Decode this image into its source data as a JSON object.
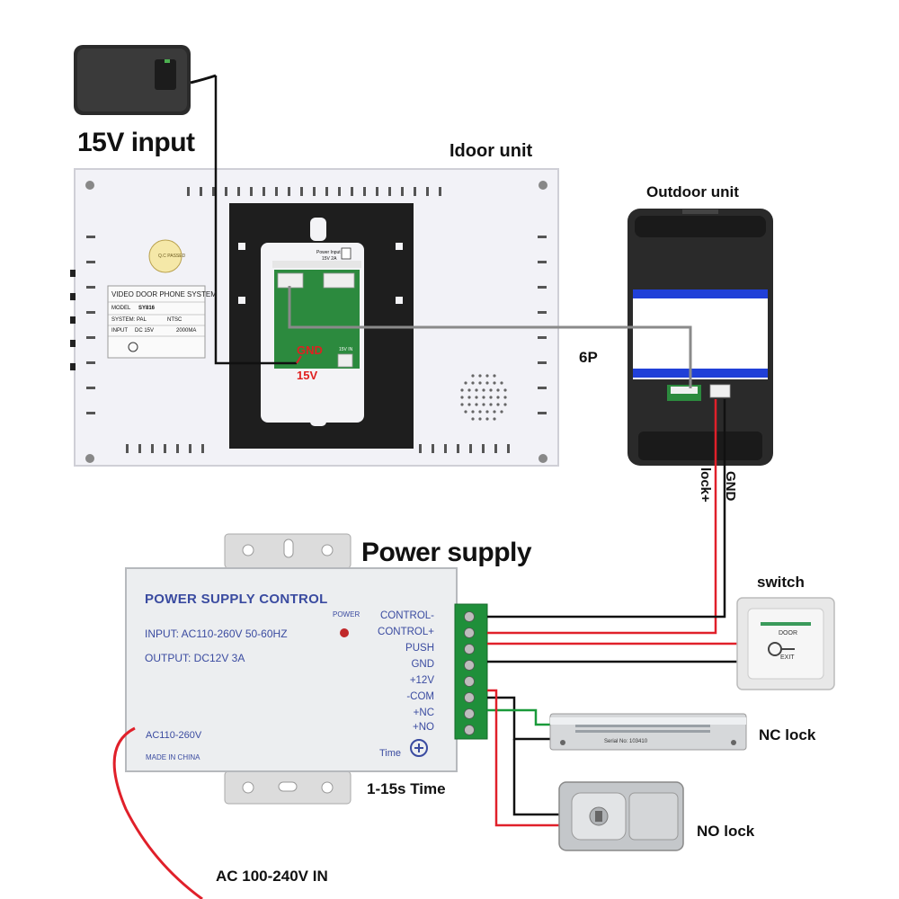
{
  "labels": {
    "input_15v": "15V input",
    "indoor_unit": "Idoor unit",
    "outdoor_unit": "Outdoor unit",
    "six_p": "6P",
    "power_supply": "Power supply",
    "switch": "switch",
    "nc_lock": "NC lock",
    "no_lock": "NO lock",
    "time_range": "1-15s Time",
    "ac_in": "AC 100-240V IN",
    "lock_plus": "lock+",
    "gnd_outdoor": "GND",
    "gnd_indoor": "GND",
    "v15_indoor": "15V"
  },
  "indoor_sticker": {
    "title": "VIDEO DOOR PHONE SYSTEM",
    "model_label": "MODEL",
    "model_value": "SY816",
    "system_label": "SYSTEM: PAL",
    "system_alt": "NTSC",
    "input_label": "INPUT",
    "input_value": "DC 15V",
    "current_value": "2000MA",
    "qc_text": "Q.C PASSED",
    "power_input": "Power Input",
    "power_input_spec": "15V 2A",
    "board_spec": "15V IN"
  },
  "psu": {
    "title": "POWER SUPPLY CONTROL",
    "input": "INPUT: AC110-260V 50-60HZ",
    "output": "OUTPUT: DC12V  3A",
    "power_led": "POWER",
    "ac_label": "AC110-260V",
    "made_in": "MADE IN CHINA",
    "time_label": "Time",
    "terminals": [
      "CONTROL-",
      "CONTROL+",
      "PUSH",
      "GND",
      "+12V",
      "-COM",
      "+NC",
      "+NO"
    ]
  },
  "exit_switch": {
    "door": "DOOR",
    "exit": "EXIT"
  },
  "nc_lock_serial": "Serial No: 103410",
  "colors": {
    "wire_red": "#e0202a",
    "wire_black": "#111111",
    "wire_green": "#1a9a3a",
    "wire_gray": "#8a8a8a",
    "text_blue": "#3a4ba0",
    "outdoor_stripe": "#2040d8"
  }
}
